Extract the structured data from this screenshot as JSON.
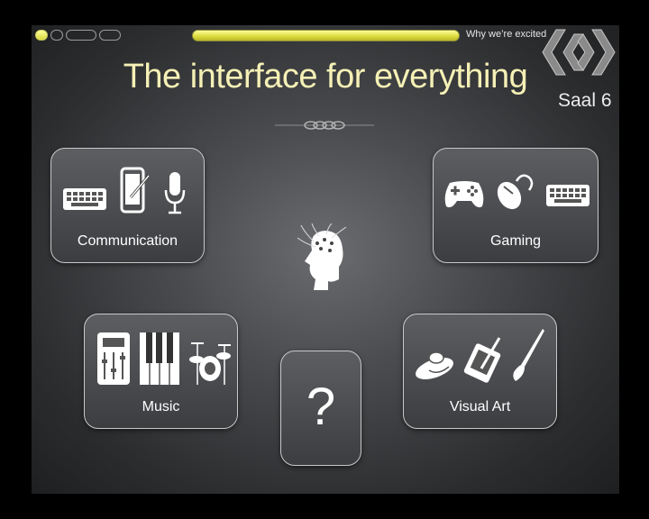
{
  "header": {
    "section_title": "Why we’re excited",
    "progress": 1.0
  },
  "slide": {
    "title": "The interface for everything",
    "room": "Saal 6"
  },
  "boxes": {
    "communication": {
      "label": "Communication",
      "icons": [
        "keyboard-icon",
        "tablet-pen-icon",
        "microphone-icon"
      ]
    },
    "gaming": {
      "label": "Gaming",
      "icons": [
        "gamepad-icon",
        "mouse-icon",
        "keyboard-icon"
      ]
    },
    "music": {
      "label": "Music",
      "icons": [
        "mixer-icon",
        "piano-keys-icon",
        "drum-kit-icon"
      ]
    },
    "visual_art": {
      "label": "Visual Art",
      "icons": [
        "3d-mouse-icon",
        "drawing-tablet-icon",
        "paintbrush-icon"
      ]
    },
    "unknown": {
      "label": "?"
    }
  },
  "colors": {
    "title": "#f5f0b5",
    "progress": "#d9d83b",
    "background": "#4a4c4f"
  }
}
